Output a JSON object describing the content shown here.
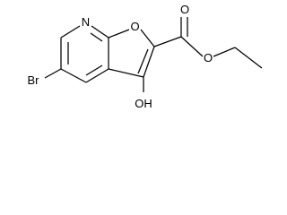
{
  "structure": {
    "atoms": {
      "n_ring": "N",
      "o_ring": "O",
      "o_carbonyl": "O",
      "o_ester": "O",
      "br": "Br",
      "oh": "OH"
    }
  },
  "colors": {
    "bond": "#000000",
    "text": "#000000",
    "background": "#ffffff"
  }
}
